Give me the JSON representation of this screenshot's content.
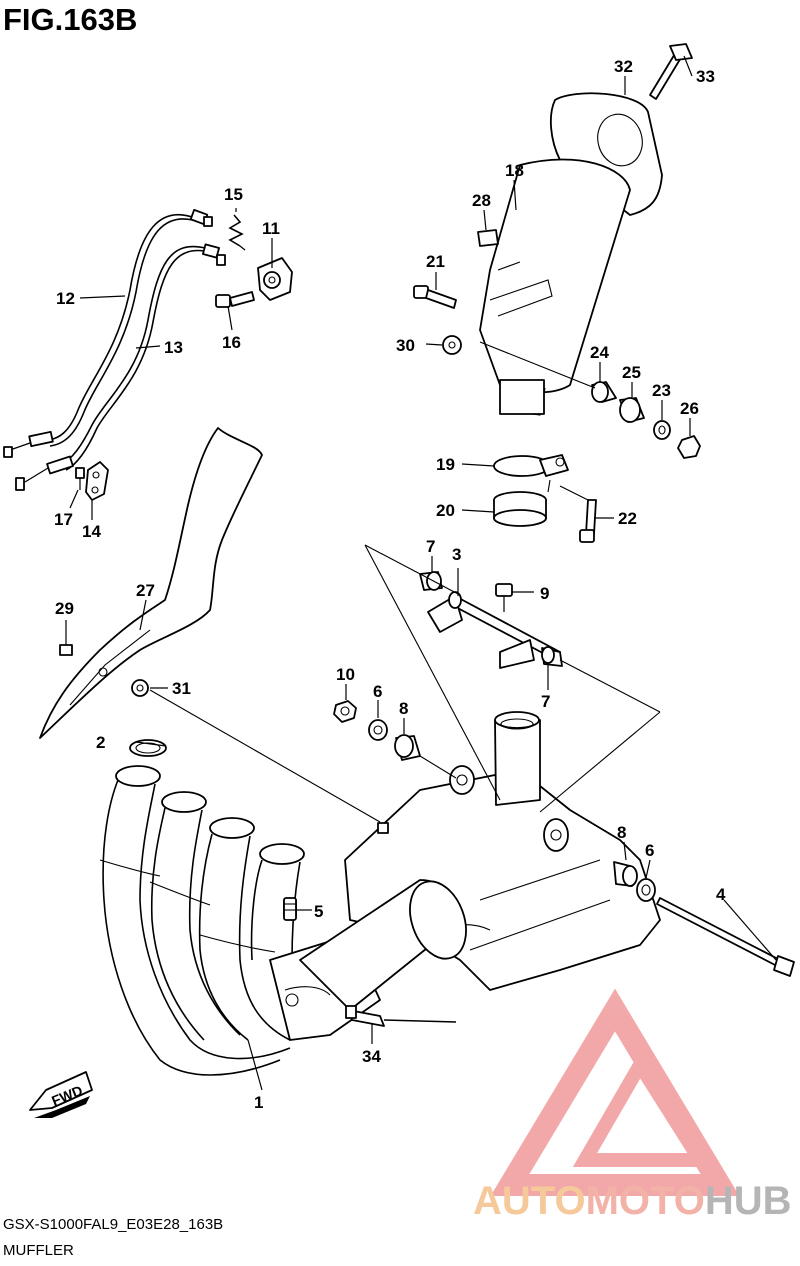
{
  "figure": {
    "title": "FIG.163B"
  },
  "caption": {
    "code": "GSX-S1000FAL9_E03E28_163B",
    "name": "MUFFLER"
  },
  "direction_arrow": {
    "label": "FWD"
  },
  "watermark": {
    "brand_left": "AUTO",
    "brand_mid": "MOTO",
    "brand_right": "HUB",
    "colors": {
      "triangle": "#f09a9a",
      "auto": "#f5c08a",
      "moto": "#f2a59a",
      "hub": "#a9a9a9"
    }
  },
  "callouts": [
    "1",
    "2",
    "3",
    "4",
    "5",
    "6",
    "6",
    "7",
    "7",
    "8",
    "8",
    "9",
    "10",
    "11",
    "12",
    "13",
    "14",
    "15",
    "16",
    "17",
    "18",
    "19",
    "20",
    "21",
    "22",
    "23",
    "24",
    "25",
    "26",
    "27",
    "28",
    "29",
    "30",
    "31",
    "32",
    "33",
    "34"
  ]
}
